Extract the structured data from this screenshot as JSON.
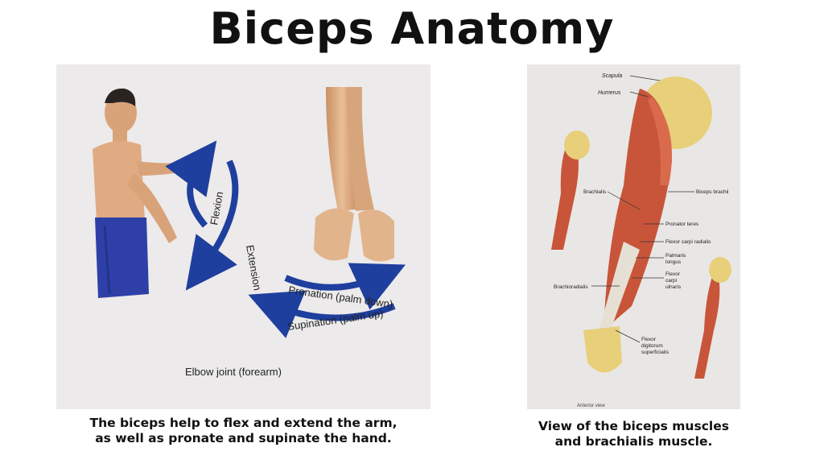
{
  "title": "Biceps Anatomy",
  "left_figure": {
    "labels": {
      "flexion": "Flexion",
      "extension": "Extension",
      "pronation": "Pronation (palm down)",
      "supination": "Supination (palm up)",
      "elbow_joint": "Elbow joint (forearm)"
    },
    "caption_line1": "The biceps help to flex and extend the arm,",
    "caption_line2": "as well as pronate and supinate the hand."
  },
  "right_figure": {
    "labels": {
      "scapula": "Scapula",
      "humerus": "Humerus",
      "brachialis": "Brachialis",
      "biceps_brachii": "Biceps brachii",
      "pronator_teres": "Pronator teres",
      "flexor_carpi_radialis": "Flexor carpi radialis",
      "palmaris": "Palmaris",
      "longus": "longus",
      "flexor": "Flexor",
      "carpi": "carpi",
      "ulnaris": "ulnaris",
      "brachioradialis": "Brachioradialis",
      "fds_1": "Flexor",
      "fds_2": "digitorum",
      "fds_3": "superficialis",
      "anterior_view": "Anterior view"
    },
    "caption_line1": "View of the biceps muscles",
    "caption_line2": "and brachialis muscle."
  },
  "colors": {
    "arrow_blue": "#1f3f9e",
    "skin": "#e2b48c",
    "shorts": "#2e40a8",
    "muscle": "#c8553a",
    "bone": "#e8cf7a"
  }
}
